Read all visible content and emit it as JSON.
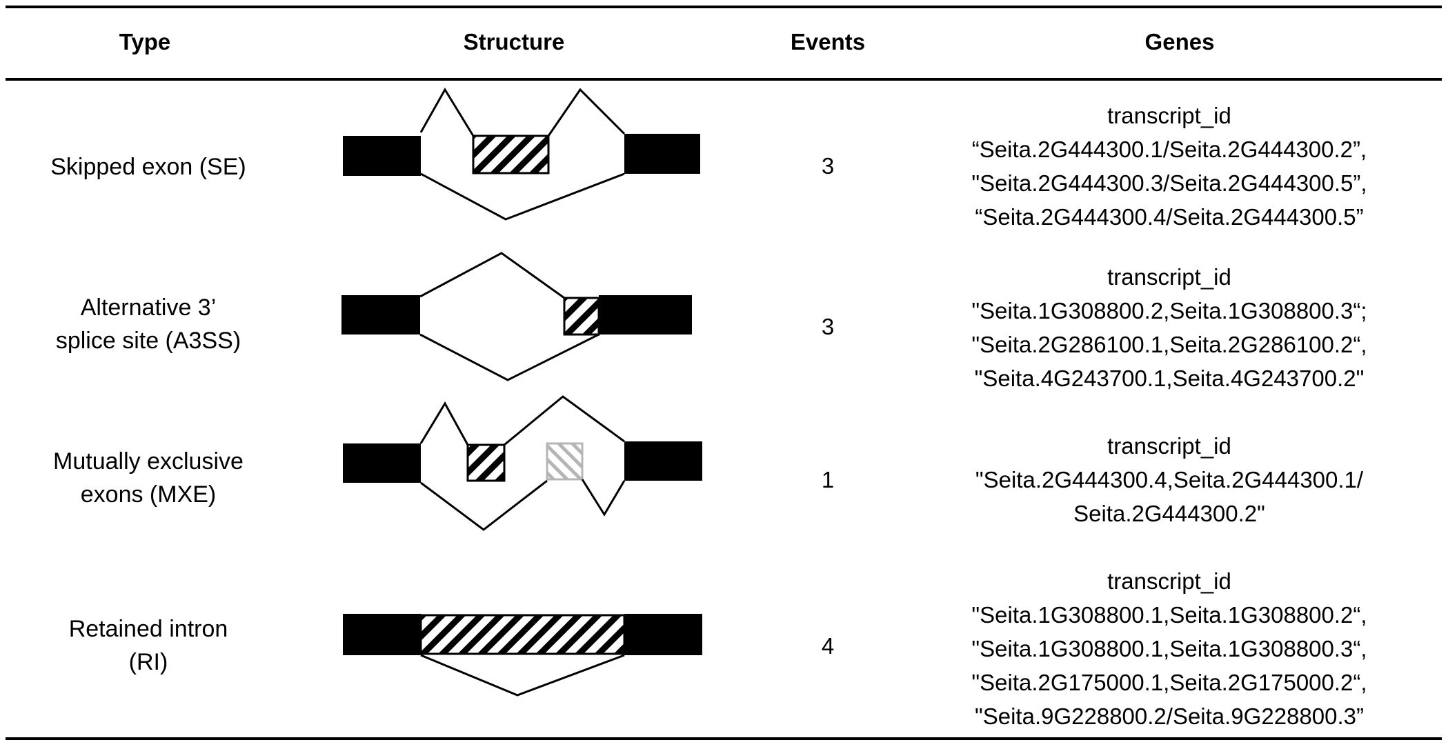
{
  "table": {
    "headers": {
      "type": "Type",
      "structure": "Structure",
      "events": "Events",
      "genes": "Genes"
    },
    "rows": [
      {
        "type_lines": [
          "Skipped exon  (SE)"
        ],
        "structure_icon": "skipped-exon-diagram",
        "events": "3",
        "genes": [
          "transcript_id",
          "“Seita.2G444300.1/Seita.2G444300.2”,",
          "\"Seita.2G444300.3/Seita.2G444300.5”,",
          "“Seita.2G444300.4/Seita.2G444300.5”"
        ]
      },
      {
        "type_lines": [
          "Alternative  3’",
          "splice site (A3SS)"
        ],
        "structure_icon": "alternative-3-splice-site-diagram",
        "events": "3",
        "genes": [
          "transcript_id",
          "\"Seita.1G308800.2,Seita.1G308800.3“;",
          "\"Seita.2G286100.1,Seita.2G286100.2“,",
          "\"Seita.4G243700.1,Seita.4G243700.2\""
        ]
      },
      {
        "type_lines": [
          "Mutually  exclusive",
          "exons  (MXE)"
        ],
        "structure_icon": "mutually-exclusive-exons-diagram",
        "events": "1",
        "genes": [
          "transcript_id",
          "\"Seita.2G444300.4,Seita.2G444300.1/",
          "Seita.2G444300.2\""
        ]
      },
      {
        "type_lines": [
          "Retained  intron",
          "(RI)"
        ],
        "structure_icon": "retained-intron-diagram",
        "events": "4",
        "genes": [
          "transcript_id",
          "\"Seita.1G308800.1,Seita.1G308800.2“,",
          "\"Seita.1G308800.1,Seita.1G308800.3“,",
          "\"Seita.2G175000.1,Seita.2G175000.2“,",
          "\"Seita.9G228800.2/Seita.9G228800.3”"
        ]
      }
    ]
  }
}
